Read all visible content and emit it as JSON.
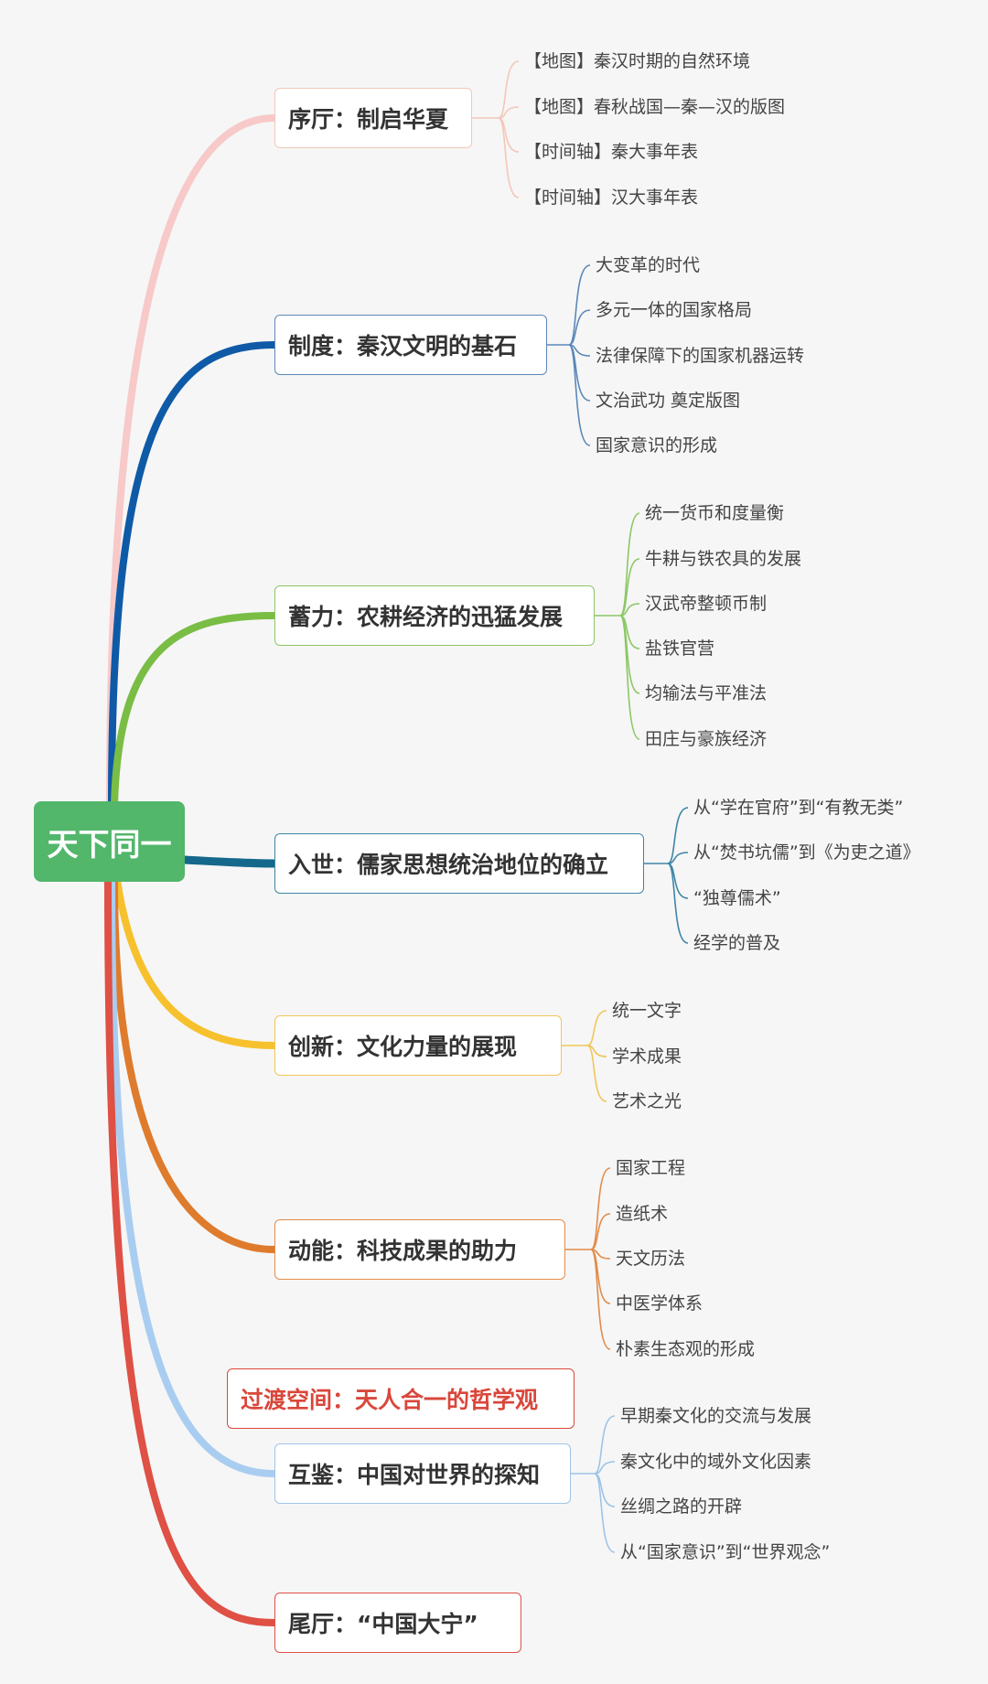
{
  "root": {
    "label": "天下同一"
  },
  "branches": [
    {
      "id": "xuting",
      "label": "序厅：制启华夏",
      "color": "#f7c9c9",
      "leaf_line_color": "#f4c7b8",
      "leaves": [
        "【地图】秦汉时期的自然环境",
        "【地图】春秋战国—秦—汉的版图",
        "【时间轴】秦大事年表",
        "【时间轴】汉大事年表"
      ]
    },
    {
      "id": "zhidu",
      "label": "制度：秦汉文明的基石",
      "color": "#0e5aa7",
      "leaf_line_color": "#5b88b8",
      "leaves": [
        "大变革的时代",
        "多元一体的国家格局",
        "法律保障下的国家机器运转",
        "文治武功 奠定版图",
        "国家意识的形成"
      ]
    },
    {
      "id": "xuli",
      "label": "蓄力：农耕经济的迅猛发展",
      "color": "#79bd44",
      "leaf_line_color": "#8cc765",
      "leaves": [
        "统一货币和度量衡",
        "牛耕与铁农具的发展",
        "汉武帝整顿币制",
        "盐铁官营",
        "均输法与平准法",
        "田庄与豪族经济"
      ]
    },
    {
      "id": "rushi",
      "label": "入世：儒家思想统治地位的确立",
      "color": "#14688c",
      "leaf_line_color": "#3f85a6",
      "leaves": [
        "从“学在官府”到“有教无类”",
        "从“焚书坑儒”到《为吏之道》",
        "“独尊儒术”",
        "经学的普及"
      ]
    },
    {
      "id": "chuangxin",
      "label": "创新：文化力量的展现",
      "color": "#f6c12d",
      "leaf_line_color": "#f1c55a",
      "leaves": [
        "统一文字",
        "学术成果",
        "艺术之光"
      ]
    },
    {
      "id": "dongneng",
      "label": "动能：科技成果的助力",
      "color": "#df7b2c",
      "leaf_line_color": "#e18c4a",
      "leaves": [
        "国家工程",
        "造纸术",
        "天文历法",
        "中医学体系",
        "朴素生态观的形成"
      ]
    },
    {
      "id": "guodu",
      "label": "过渡空间：天人合一的哲学观",
      "color": "#d9473b",
      "leaf_line_color": "#d9473b",
      "leaves": []
    },
    {
      "id": "hujian",
      "label": "互鉴：中国对世界的探知",
      "color": "#a9cdf0",
      "leaf_line_color": "#9ec4e8",
      "leaves": [
        "早期秦文化的交流与发展",
        "秦文化中的域外文化因素",
        "丝绸之路的开辟",
        "从“国家意识”到“世界观念”"
      ]
    },
    {
      "id": "weiting",
      "label": "尾厅：“中国大宁”",
      "color": "#df5045",
      "leaf_line_color": "#df5045",
      "leaves": []
    }
  ]
}
